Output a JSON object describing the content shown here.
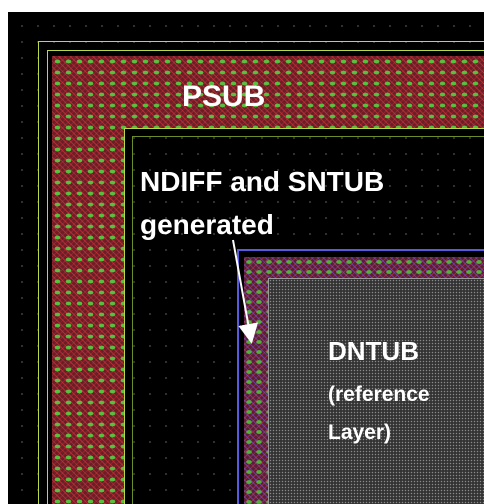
{
  "labels": {
    "psub": "PSUB",
    "ndiff_line1": "NDIFF and SNTUB",
    "ndiff_line2": "generated",
    "dntub_title": "DNTUB",
    "dntub_line1": "(reference",
    "dntub_line2": "Layer)"
  },
  "colors": {
    "background": "#000000",
    "psub_fill": "#6a1e26",
    "contact_green": "#57c13f",
    "boundary_line": "#b9d84a",
    "sntub_outline": "#5a5ae0",
    "dntub_fill": "#333333",
    "text": "#ffffff"
  }
}
